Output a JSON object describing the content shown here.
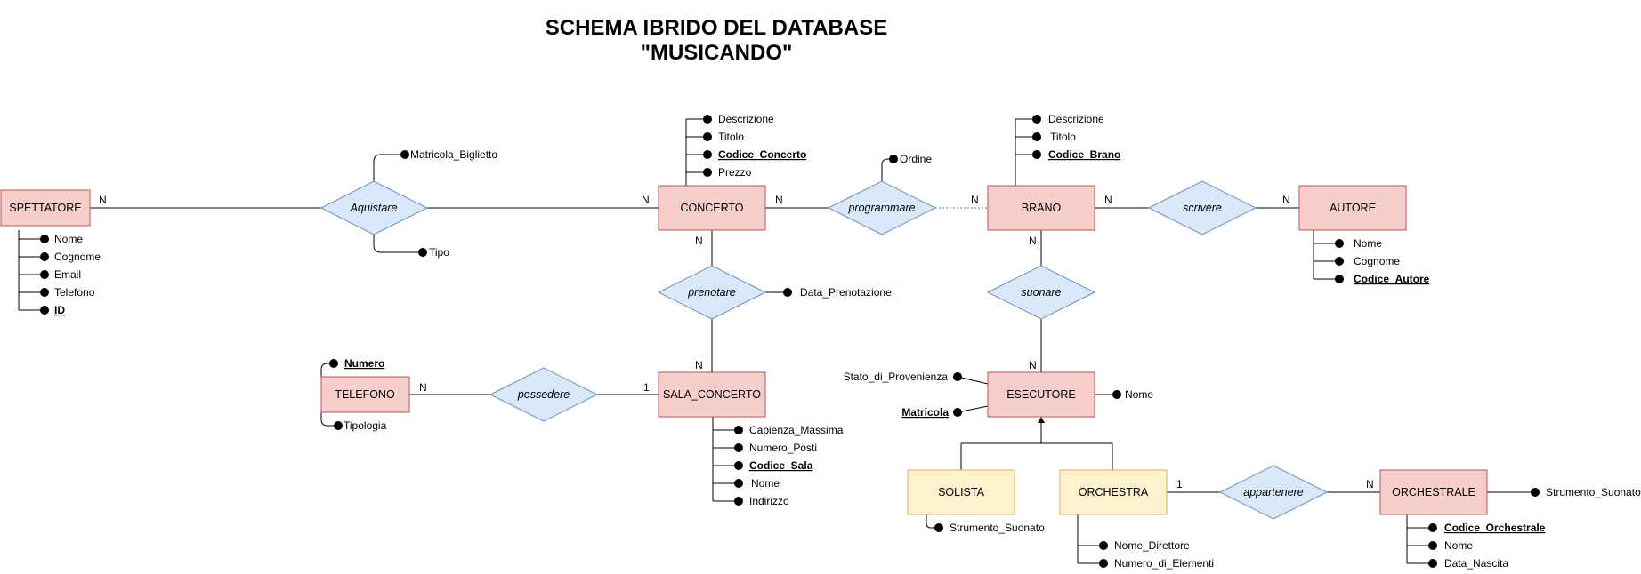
{
  "title": {
    "line1": "SCHEMA IBRIDO DEL DATABASE",
    "line2": "\"MUSICANDO\""
  },
  "colors": {
    "entity_fill": "#f8cecc",
    "entity_stroke": "#b85450",
    "subentity_fill": "#fff2cc",
    "subentity_stroke": "#d6b656",
    "relation_fill": "#dae8fc",
    "relation_stroke": "#6c8ebf"
  },
  "entities": {
    "spettatore": "SPETTATORE",
    "concerto": "CONCERTO",
    "brano": "BRANO",
    "autore": "AUTORE",
    "telefono": "TELEFONO",
    "sala_concerto": "SALA_CONCERTO",
    "esecutore": "ESECUTORE",
    "solista": "SOLISTA",
    "orchestra": "ORCHESTRA",
    "orchestrale": "ORCHESTRALE"
  },
  "relations": {
    "aquistare": "Aquistare",
    "programmare": "programmare",
    "scrivere": "scrivere",
    "prenotare": "prenotare",
    "suonare": "suonare",
    "possedere": "possedere",
    "appartenere": "appartenere"
  },
  "attributes": {
    "spettatore": [
      "Nome",
      "Cognome",
      "Email",
      "Telefono",
      "ID"
    ],
    "concerto": [
      "Descrizione",
      "Titolo",
      "Codice_Concerto",
      "Prezzo"
    ],
    "brano": [
      "Descrizione",
      "Titolo",
      "Codice_Brano"
    ],
    "autore": [
      "Nome",
      "Cognome",
      "Codice_Autore"
    ],
    "aquistare": [
      "Matricola_Biglietto",
      "Tipo"
    ],
    "programmare": [
      "Ordine"
    ],
    "prenotare": [
      "Data_Prenotazione"
    ],
    "telefono": [
      "Numero",
      "Tipologia"
    ],
    "sala_concerto": [
      "Capienza_Massima",
      "Numero_Posti",
      "Codice_Sala",
      "Nome",
      "Indirizzo"
    ],
    "esecutore": [
      "Stato_di_Provenienza",
      "Matricola",
      "Nome"
    ],
    "solista": [
      "Strumento_Suonato"
    ],
    "orchestra": [
      "Nome_Direttore",
      "Numero_di_Elementi"
    ],
    "orchestrale": [
      "Strumento_Suonato",
      "Codice_Orchestrale",
      "Nome",
      "Data_Nascita"
    ]
  },
  "cardinalities": {
    "spettatore_aquistare": "N",
    "aquistare_concerto": "N",
    "concerto_programmare": "N",
    "programmare_brano": "N",
    "brano_scrivere": "N",
    "scrivere_autore": "N",
    "concerto_prenotare": "N",
    "prenotare_sala": "N",
    "brano_suonare": "N",
    "suonare_esecutore": "N",
    "telefono_possedere": "N",
    "possedere_sala": "1",
    "orchestra_appartenere": "1",
    "appartenere_orchestrale": "N"
  }
}
